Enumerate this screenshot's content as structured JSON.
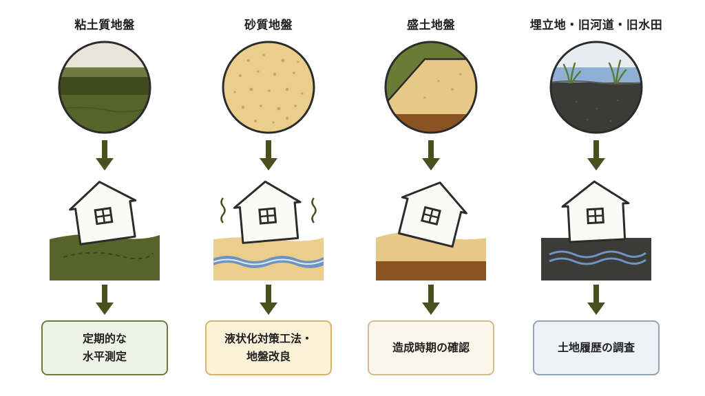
{
  "columns": [
    {
      "title": "粘土質地盤",
      "soil_icon": "clay-layers-icon",
      "scene_icon": "tilted-house-on-clay-icon",
      "solution": "定期的な\n水平測定",
      "colors": {
        "box_bg": "#eef1e6",
        "box_border": "#6c7a3e"
      }
    },
    {
      "title": "砂質地盤",
      "soil_icon": "sandy-soil-icon",
      "scene_icon": "shaking-house-liquefaction-icon",
      "solution": "液状化対策工法・\n地盤改良",
      "colors": {
        "box_bg": "#fbf1d9",
        "box_border": "#d6b46a"
      }
    },
    {
      "title": "盛土地盤",
      "soil_icon": "fill-slope-icon",
      "scene_icon": "tilted-house-on-fill-icon",
      "solution": "造成時期の確認",
      "colors": {
        "box_bg": "#fcf5ea",
        "box_border": "#d8b98a"
      }
    },
    {
      "title": "埋立地・旧河道・旧水田",
      "soil_icon": "reclaimed-wetland-icon",
      "scene_icon": "house-on-wet-ground-icon",
      "solution": "土地履歴の調査",
      "colors": {
        "box_bg": "#eef1f6",
        "box_border": "#94a3bc"
      }
    }
  ],
  "colors": {
    "arrow": "#4a4f1f",
    "clay_dark": "#4f5d25",
    "clay_mid": "#5e6b31",
    "sand": "#ecce8c",
    "sand_speck": "#c8a45c",
    "fill_brown": "#8a5422",
    "water": "#6f93c2",
    "dark_soil": "#3b3b38",
    "outline": "#2b2b2b"
  }
}
